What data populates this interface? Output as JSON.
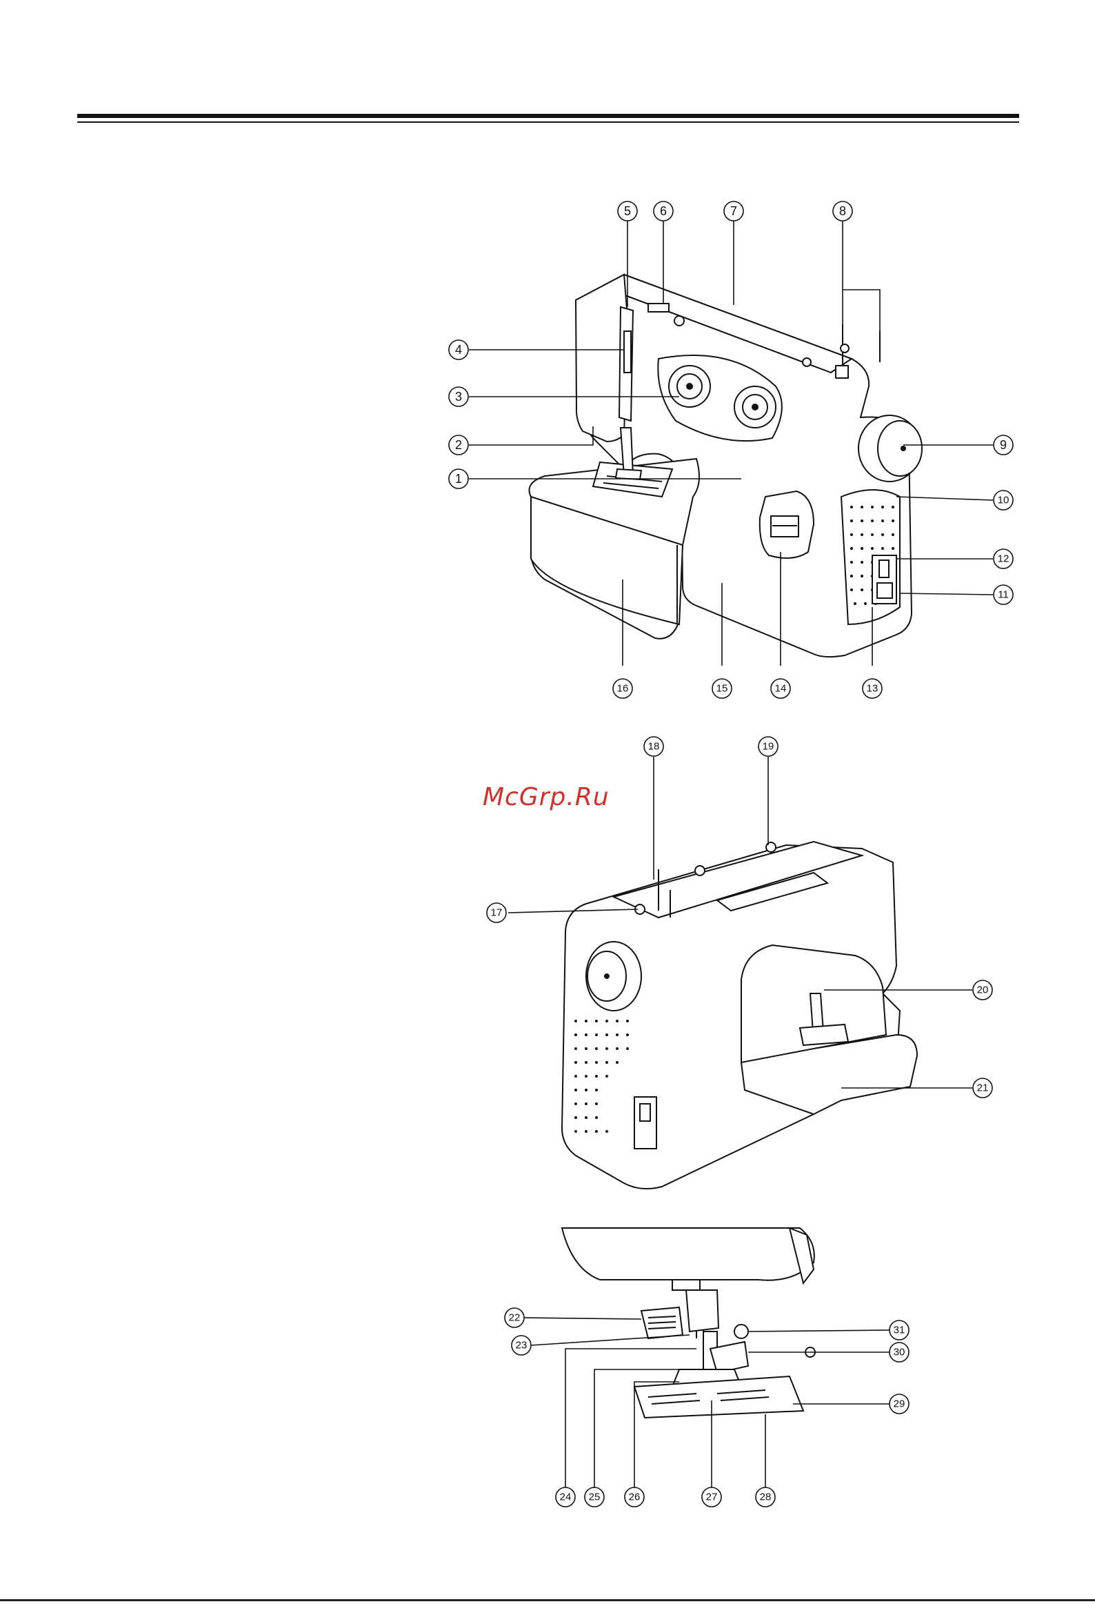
{
  "watermark": "McGrp.Ru",
  "colors": {
    "ink": "#111111",
    "watermark": "#d0312d",
    "body_fill": "#ffffff"
  },
  "figure_front": {
    "callouts": [
      "1",
      "2",
      "3",
      "4",
      "5",
      "6",
      "7",
      "8",
      "9",
      "10",
      "11",
      "12",
      "13",
      "14",
      "15",
      "16"
    ]
  },
  "figure_rear": {
    "callouts": [
      "17",
      "18",
      "19",
      "20",
      "21"
    ]
  },
  "figure_presser_foot": {
    "callouts": [
      "22",
      "23",
      "24",
      "25",
      "26",
      "27",
      "28",
      "29",
      "30",
      "31"
    ]
  }
}
